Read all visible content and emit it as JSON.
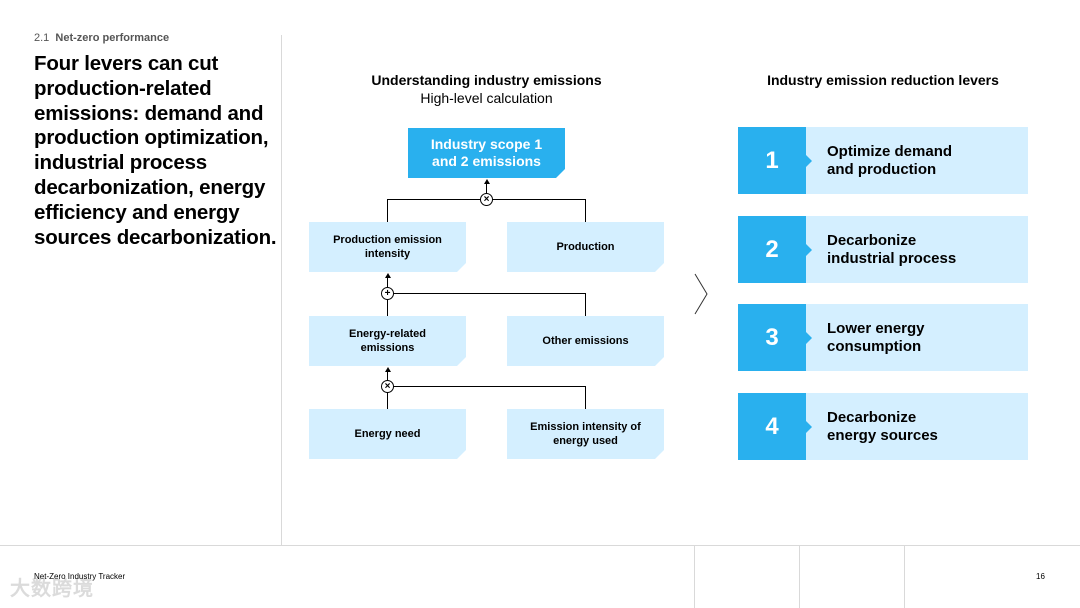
{
  "section": {
    "number": "2.1",
    "title": "Net-zero performance"
  },
  "headline": "Four levers can cut production-related emissions: demand and production optimization, industrial process decarbonization, energy efficiency and energy sources decarbonization.",
  "diagram": {
    "title": "Understanding industry emissions",
    "subtitle": "High-level calculation",
    "top_box": "Industry scope 1 and 2 emissions",
    "row1": [
      "Production emission intensity",
      "Production"
    ],
    "row2": [
      "Energy-related emissions",
      "Other emissions"
    ],
    "row3": [
      "Energy need",
      "Emission intensity of energy used"
    ],
    "operators": [
      "×",
      "+",
      "×"
    ]
  },
  "levers": {
    "title": "Industry emission reduction levers",
    "items": [
      {
        "number": "1",
        "label": "Optimize demand\nand production"
      },
      {
        "number": "2",
        "label": "Decarbonize\nindustrial process"
      },
      {
        "number": "3",
        "label": "Lower energy\nconsumption"
      },
      {
        "number": "4",
        "label": "Decarbonize\nenergy sources"
      }
    ]
  },
  "footer": {
    "text": "Net-Zero Industry Tracker",
    "page": "16",
    "watermark": "大数跨境"
  },
  "colors": {
    "accent": "#29b0ee",
    "light": "#d4efff"
  }
}
